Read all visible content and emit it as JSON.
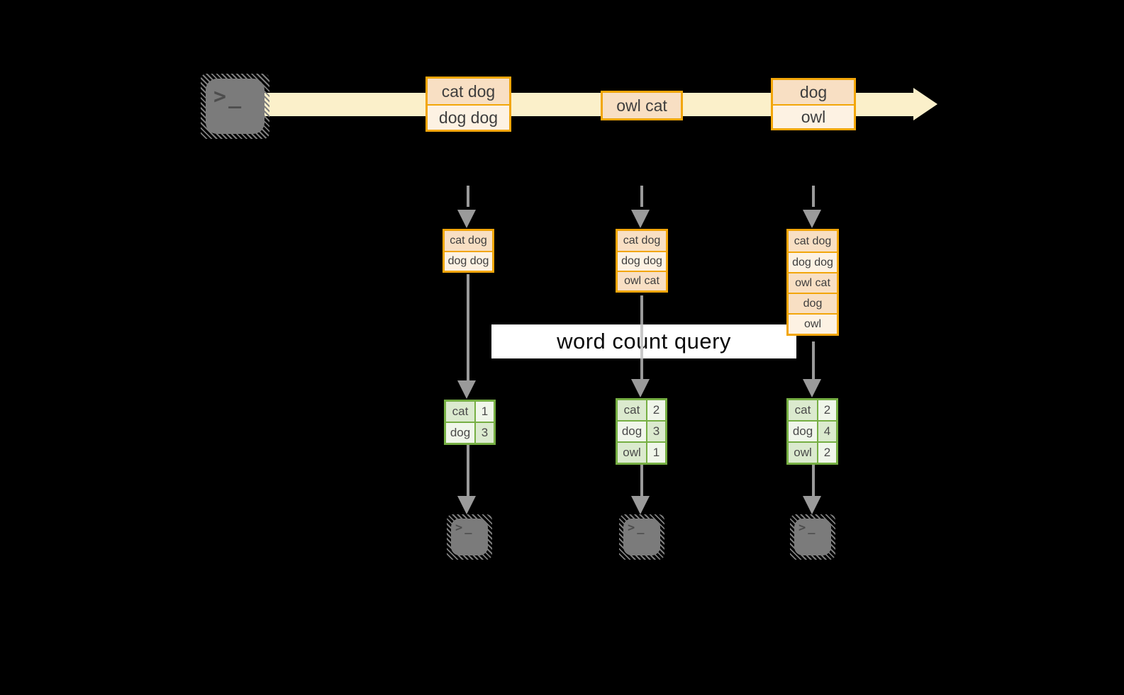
{
  "palette": {
    "stream_band": "#FBF0CA",
    "message_border": "#F2A60A",
    "message_peach": "#F8DFC3",
    "message_cream": "#FDF2E3",
    "table_border": "#76AF43",
    "table_cell_dark": "#DBEACE",
    "table_cell_light": "#F0F6EA",
    "arrow_gray": "#9A9A9A",
    "terminal_gray": "#7B7B7B"
  },
  "terminal_glyph": {
    "chevron": ">",
    "underscore": "_"
  },
  "stream_boxes": [
    {
      "rows": [
        {
          "text": "cat dog"
        },
        {
          "text": "dog dog"
        }
      ]
    },
    {
      "rows": [
        {
          "text": "owl cat"
        }
      ]
    },
    {
      "rows": [
        {
          "text": "dog"
        },
        {
          "text": "owl"
        }
      ]
    }
  ],
  "query_band": {
    "label": "word count query"
  },
  "columns": [
    {
      "state_rows": [
        {
          "text": "cat dog"
        },
        {
          "text": "dog dog"
        }
      ],
      "counts": [
        {
          "word": "cat",
          "value": "1"
        },
        {
          "word": "dog",
          "value": "3"
        }
      ]
    },
    {
      "state_rows": [
        {
          "text": "cat dog"
        },
        {
          "text": "dog dog"
        },
        {
          "text": "owl cat"
        }
      ],
      "counts": [
        {
          "word": "cat",
          "value": "2"
        },
        {
          "word": "dog",
          "value": "3"
        },
        {
          "word": "owl",
          "value": "1"
        }
      ]
    },
    {
      "state_rows": [
        {
          "text": "cat dog"
        },
        {
          "text": "dog dog"
        },
        {
          "text": "owl cat"
        },
        {
          "text": "dog"
        },
        {
          "text": "owl"
        }
      ],
      "counts": [
        {
          "word": "cat",
          "value": "2"
        },
        {
          "word": "dog",
          "value": "4"
        },
        {
          "word": "owl",
          "value": "2"
        }
      ]
    }
  ]
}
